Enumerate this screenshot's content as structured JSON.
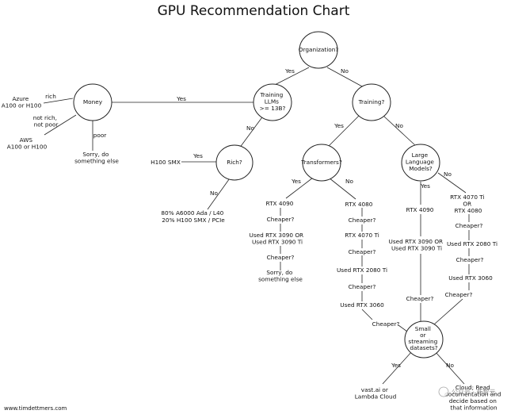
{
  "title": "GPU Recommendation Chart",
  "footer": "www.timdettmers.com",
  "watermark": "公众号 · 新智元",
  "nodes": [
    {
      "id": "organization",
      "lines": [
        "Organization?"
      ]
    },
    {
      "id": "money",
      "lines": [
        "Money"
      ]
    },
    {
      "id": "training-llms",
      "lines": [
        "Training",
        "LLMs",
        ">= 13B?"
      ]
    },
    {
      "id": "training",
      "lines": [
        "Training?"
      ]
    },
    {
      "id": "rich",
      "lines": [
        "Rich?"
      ]
    },
    {
      "id": "transformers",
      "lines": [
        "Transformers?"
      ]
    },
    {
      "id": "large-language-models",
      "lines": [
        "Large",
        "Language",
        "Models?"
      ]
    },
    {
      "id": "small-streaming",
      "lines": [
        "Small",
        "or",
        "streaming",
        "datasets?"
      ]
    }
  ],
  "edge_labels": [
    {
      "id": "org-yes",
      "text": "Yes"
    },
    {
      "id": "org-no",
      "text": "No"
    },
    {
      "id": "llm-yes",
      "text": "Yes"
    },
    {
      "id": "llm-no",
      "text": "No"
    },
    {
      "id": "money-rich",
      "text": "rich"
    },
    {
      "id": "money-not-rich",
      "lines": [
        "not rich,",
        "not poor"
      ]
    },
    {
      "id": "money-poor",
      "text": "poor"
    },
    {
      "id": "rich-yes",
      "text": "Yes"
    },
    {
      "id": "rich-no",
      "text": "No"
    },
    {
      "id": "training-yes",
      "text": "Yes"
    },
    {
      "id": "training-no",
      "text": "No"
    },
    {
      "id": "transformers-yes",
      "text": "Yes"
    },
    {
      "id": "transformers-no",
      "text": "No"
    },
    {
      "id": "lm-yes",
      "text": "Yes"
    },
    {
      "id": "lm-no",
      "text": "No"
    },
    {
      "id": "small-yes",
      "text": "Yes"
    },
    {
      "id": "small-no",
      "text": "No"
    }
  ],
  "labels": [
    {
      "id": "azure",
      "lines": [
        "Azure",
        "A100 or H100"
      ]
    },
    {
      "id": "aws",
      "lines": [
        "AWS",
        "A100 or H100"
      ]
    },
    {
      "id": "sorry-money",
      "lines": [
        "Sorry, do",
        "something else"
      ]
    },
    {
      "id": "h100-smx",
      "lines": [
        "H100 SMX"
      ]
    },
    {
      "id": "mix",
      "lines": [
        "80% A6000 Ada / L40",
        "20% H100 SMX / PCIe"
      ]
    },
    {
      "id": "t-rtx4090",
      "lines": [
        "RTX 4090"
      ]
    },
    {
      "id": "t-cheaper1",
      "lines": [
        "Cheaper?"
      ]
    },
    {
      "id": "t-used3090",
      "lines": [
        "Used RTX 3090 OR",
        "Used RTX 3090 Ti"
      ]
    },
    {
      "id": "t-cheaper2",
      "lines": [
        "Cheaper?"
      ]
    },
    {
      "id": "t-sorry",
      "lines": [
        "Sorry, do",
        "something else"
      ]
    },
    {
      "id": "n-rtx4080",
      "lines": [
        "RTX 4080"
      ]
    },
    {
      "id": "n-cheaper1",
      "lines": [
        "Cheaper?"
      ]
    },
    {
      "id": "n-rtx4070ti",
      "lines": [
        "RTX 4070 Ti"
      ]
    },
    {
      "id": "n-cheaper2",
      "lines": [
        "Cheaper?"
      ]
    },
    {
      "id": "n-used2080ti",
      "lines": [
        "Used RTX 2080 Ti"
      ]
    },
    {
      "id": "n-cheaper3",
      "lines": [
        "Cheaper?"
      ]
    },
    {
      "id": "n-used3060",
      "lines": [
        "Used RTX 3060"
      ]
    },
    {
      "id": "n-cheaper4",
      "lines": [
        "Cheaper?"
      ]
    },
    {
      "id": "l-rtx4090",
      "lines": [
        "RTX 4090"
      ]
    },
    {
      "id": "l-used3090",
      "lines": [
        "Used RTX 3090 OR",
        "Used RTX 3090 Ti"
      ]
    },
    {
      "id": "l-cheaper",
      "lines": [
        "Cheaper?"
      ]
    },
    {
      "id": "r-rtx4070ti",
      "lines": [
        "RTX 4070 Ti",
        "OR",
        "RTX 4080"
      ]
    },
    {
      "id": "r-cheaper1",
      "lines": [
        "Cheaper?"
      ]
    },
    {
      "id": "r-used2080ti",
      "lines": [
        "Used RTX 2080 Ti"
      ]
    },
    {
      "id": "r-cheaper2",
      "lines": [
        "Cheaper?"
      ]
    },
    {
      "id": "r-used3060",
      "lines": [
        "Used RTX 3060"
      ]
    },
    {
      "id": "r-cheaper3",
      "lines": [
        "Cheaper?"
      ]
    },
    {
      "id": "vast",
      "lines": [
        "vast.ai or",
        "Lambda Cloud"
      ]
    },
    {
      "id": "cloud-read",
      "lines": [
        "Cloud; Read",
        "documentation and",
        "decide based on",
        "that information"
      ]
    }
  ]
}
